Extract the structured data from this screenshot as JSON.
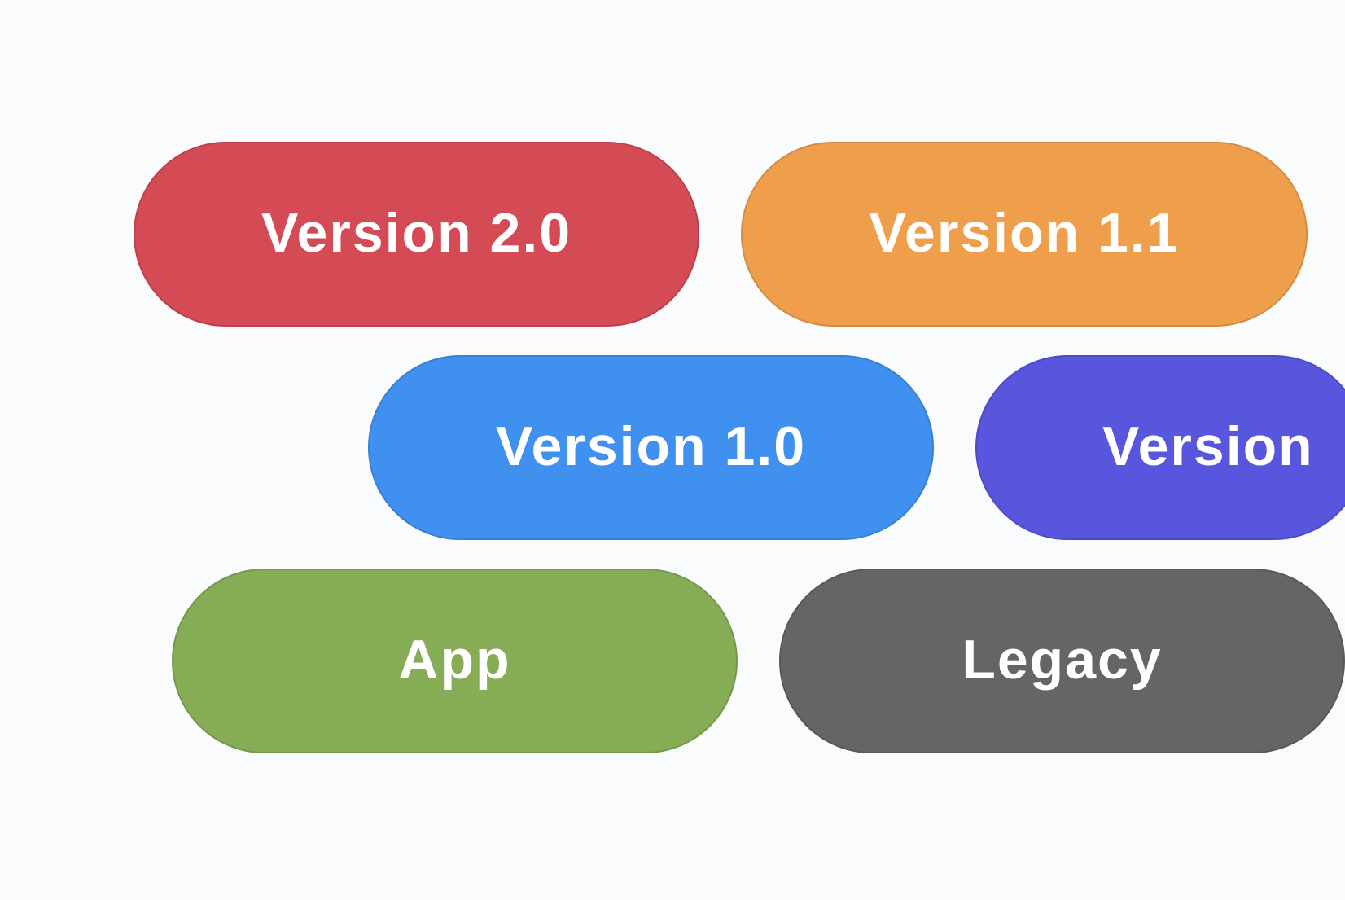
{
  "tags": [
    {
      "id": "pill-v20",
      "label": "Version 2.0",
      "color": "#d44b55"
    },
    {
      "id": "pill-v11",
      "label": "Version 1.1",
      "color": "#ef9f4c"
    },
    {
      "id": "pill-v10",
      "label": "Version 1.0",
      "color": "#4091ef"
    },
    {
      "id": "pill-vnext",
      "label": "Version",
      "color": "#5856dd"
    },
    {
      "id": "pill-app",
      "label": "App",
      "color": "#87ac56"
    },
    {
      "id": "pill-legacy",
      "label": "Legacy",
      "color": "#656565"
    }
  ]
}
